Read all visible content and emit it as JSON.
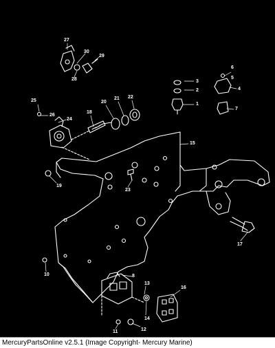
{
  "diagram": {
    "callouts": [
      "1",
      "2",
      "3",
      "4",
      "5",
      "6",
      "7",
      "8",
      "10",
      "11",
      "12",
      "13",
      "14",
      "15",
      "16",
      "17",
      "18",
      "19",
      "20",
      "21",
      "22",
      "23",
      "24",
      "25",
      "26",
      "27",
      "28",
      "29",
      "30"
    ]
  },
  "footer": {
    "text": "MercuryPartsOnline v2.5.1 (Image Copyright- Mercury Marine)"
  },
  "colors": {
    "background": "#000000",
    "linework": "#ffffff",
    "footer_bg": "#ffffff",
    "footer_text": "#000000"
  }
}
